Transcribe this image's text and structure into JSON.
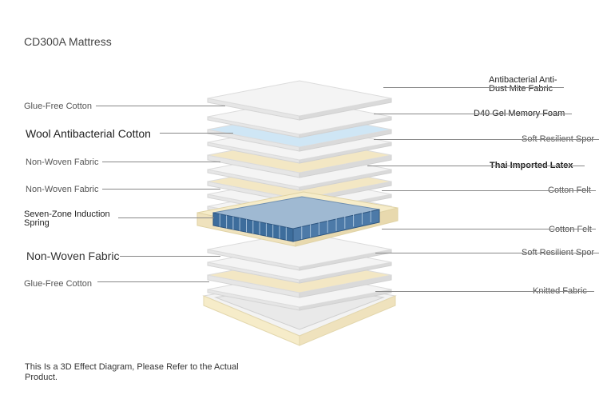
{
  "title": "CD300A Mattress",
  "left_labels": [
    {
      "id": "glue-free-cotton-top",
      "text": "Glue-Free Cotton"
    },
    {
      "id": "wool-antibacterial-cotton",
      "text": "Wool Antibacterial Cotton"
    },
    {
      "id": "non-woven-fabric-1",
      "text": "Non-Woven Fabric"
    },
    {
      "id": "non-woven-fabric-2",
      "text": "Non-Woven Fabric"
    },
    {
      "id": "seven-zone-spring",
      "text": "Seven-Zone Induction Spring"
    },
    {
      "id": "non-woven-fabric-3",
      "text": "Non-Woven Fabric"
    },
    {
      "id": "glue-free-cotton-bottom",
      "text": "Glue-Free Cotton"
    }
  ],
  "right_labels": [
    {
      "id": "antibacterial-fabric",
      "text": "Antibacterial Anti-Dust Mite Fabric"
    },
    {
      "id": "gel-memory-foam",
      "text": "D40 Gel Memory Foam"
    },
    {
      "id": "soft-resilient-sponge-1",
      "text": "Soft Resilient Spor"
    },
    {
      "id": "thai-latex",
      "text": "Thai Imported Latex"
    },
    {
      "id": "cotton-felt-1",
      "text": "Cotton Felt"
    },
    {
      "id": "cotton-felt-2",
      "text": "Cotton Felt"
    },
    {
      "id": "soft-resilient-sponge-2",
      "text": "Soft Resilient Spor"
    },
    {
      "id": "knitted-fabric",
      "text": "Knitted Fabric"
    }
  ],
  "note": "This Is a 3D Effect Diagram, Please Refer to the Actual Product.",
  "colors": {
    "layer_white": "#f4f4f4",
    "layer_edge": "#d9d9d9",
    "gel_blue": "#cfe6f5",
    "latex_cream": "#f3e7c4",
    "spring_blue": "#3d6d9c",
    "frame_cream": "#f6ecc9"
  }
}
